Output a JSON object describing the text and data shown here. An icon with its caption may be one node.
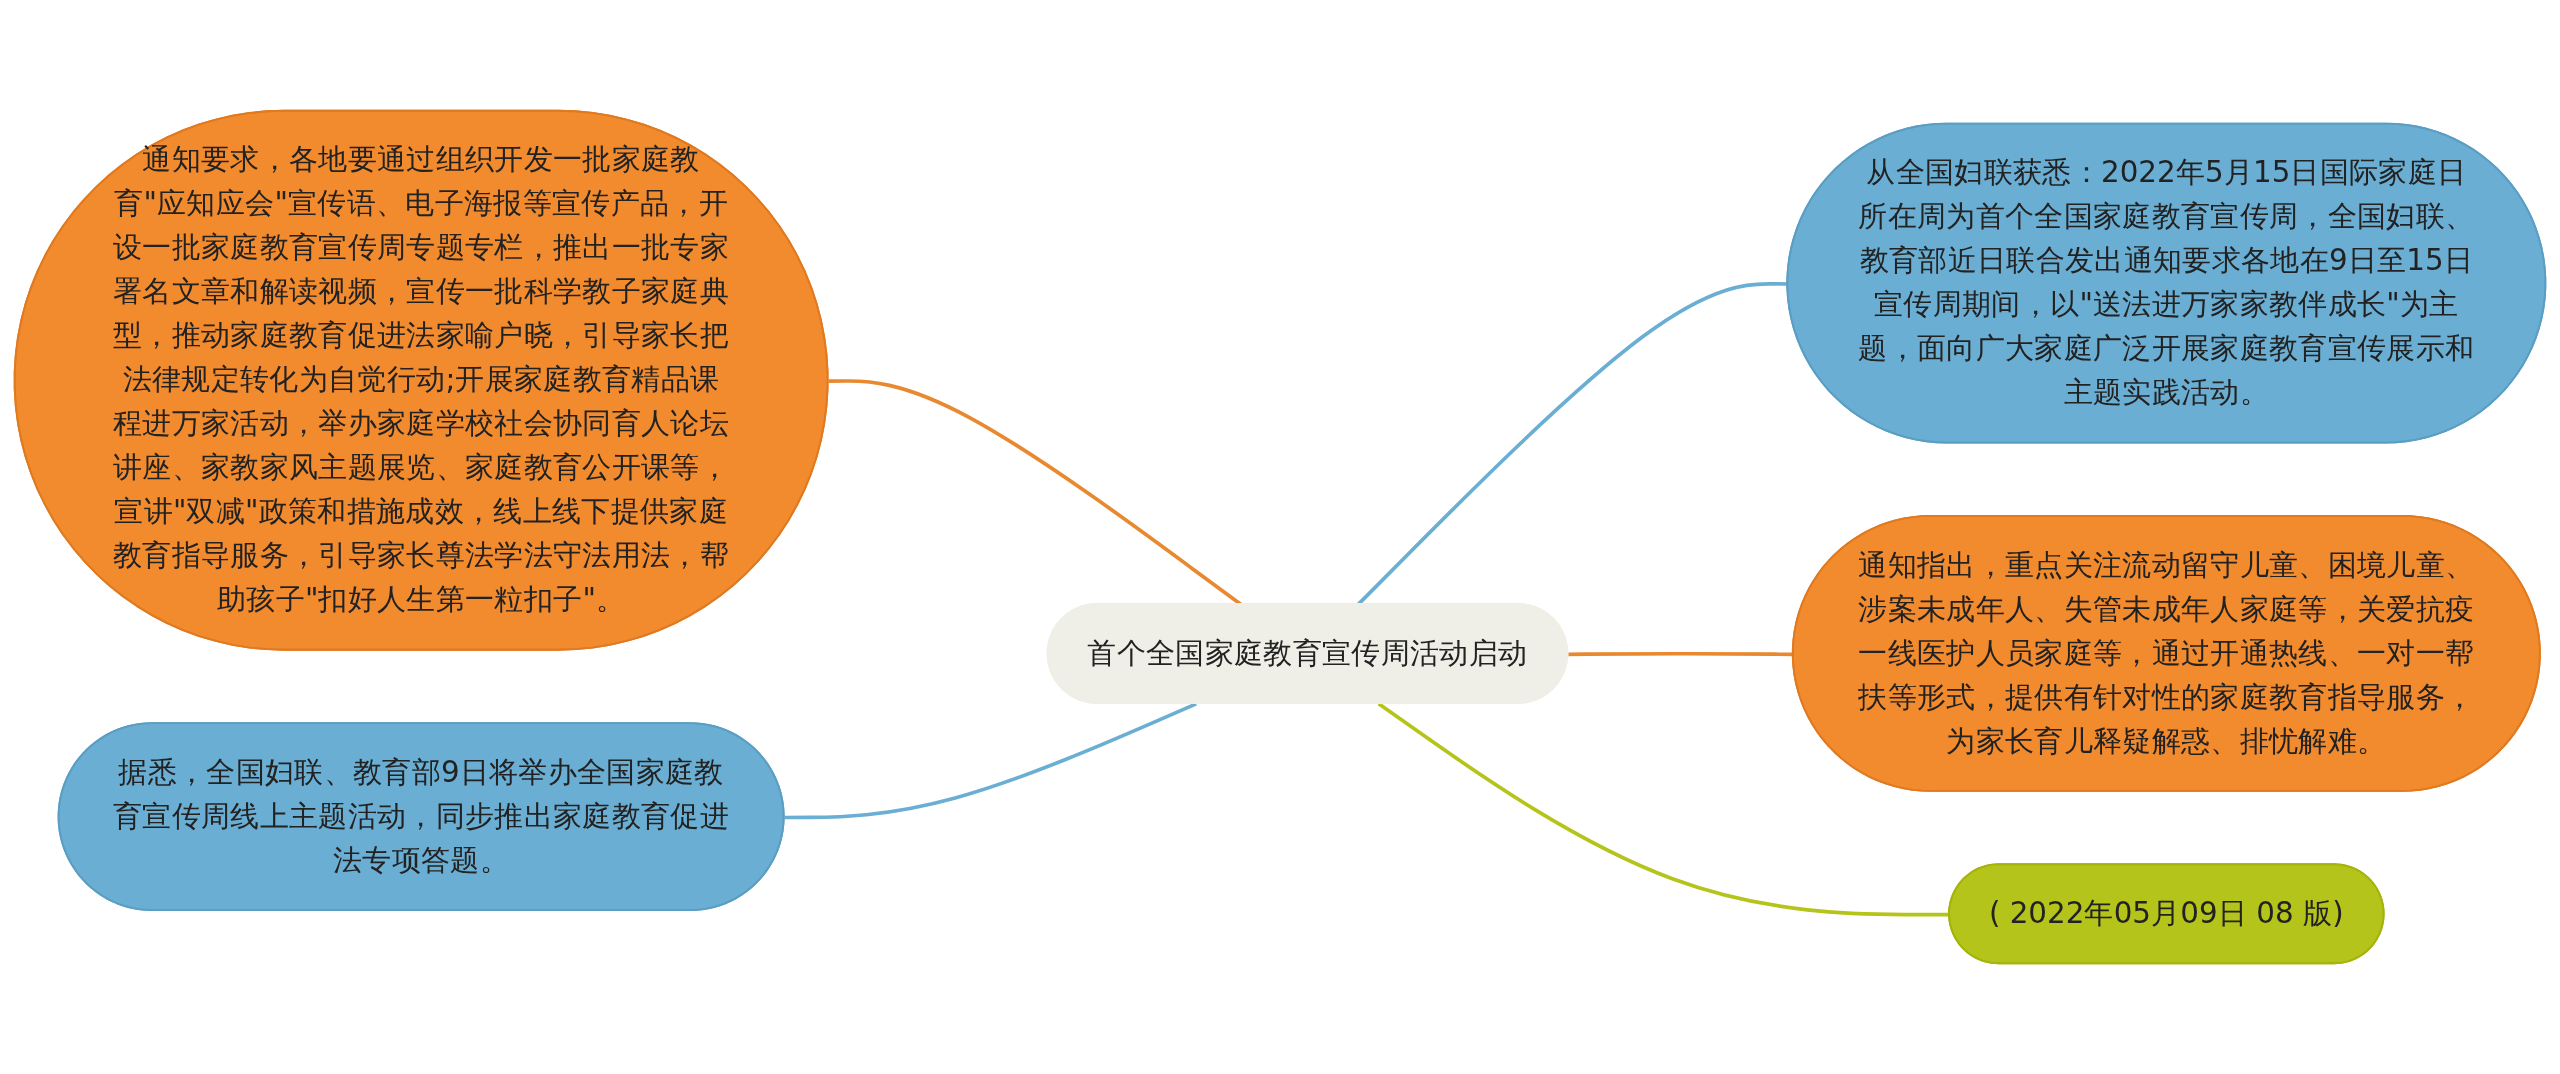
{
  "diagram": {
    "nodes": [
      {
        "text": [
          "首个全国家庭教育宣传周活动启动"
        ]
      },
      {
        "text": [
          "通知要求，各地要通过组织开发一批家庭教育\"应知应会\"宣传语、电子海报等宣传产品，开设一批家庭教育宣传周专题专栏，推出一批专家署名文章和解读视频，宣传一批科学教子家庭典型，推动家庭教育促进法家喻户晓，引导家长把法律规定转化为自觉行动;开展家庭教育精品课程进万家活动，举办家庭学校社会协同育人论坛讲座、家教家风主题展览、家庭教育公开课等，宣讲\"双减\"政策和措施成效，线上线下提供家庭教育指导服务，引导家长尊法学法守法用法，帮助孩子\"扣好人生第一粒扣子\"。"
        ]
      },
      {
        "text": [
          "据悉，全国妇联、教育部9日将举办全国家庭教育宣传周线上主题活动，同步推出家庭教育促进法专项答题。"
        ]
      },
      {
        "text": [
          "从全国妇联获悉：2022年5月15日国际家庭日所在周为首个全国家庭教育宣传周，全国妇联、教育部近日联合发出通知要求各地在9日至15日宣传周期间，以\"送法进万家家教伴成长\"为主题，面向广大家庭广泛开展家庭教育宣传展示和主题实践活动。"
        ]
      },
      {
        "text": [
          "通知指出，重点关注流动留守儿童、困境儿童、涉案未成年人、失管未成年人家庭等，关爱抗疫一线医护人员家庭等，通过开通热线、一对一帮扶等形式，提供有针对性的家庭教育指导服务，为家长育儿释疑解惑、排忧解难。"
        ]
      },
      {
        "text": [
          "( 2022年05月09日 08 版)"
        ]
      }
    ],
    "edges": [
      {
        "from": 1,
        "to": 0,
        "arrow": "none",
        "color": "#e8892f"
      },
      {
        "from": 2,
        "to": 0,
        "arrow": "none",
        "color": "#6aaed3"
      },
      {
        "from": 0,
        "to": 3,
        "arrow": "none",
        "color": "#6aaed3"
      },
      {
        "from": 0,
        "to": 4,
        "arrow": "none",
        "color": "#e8892f"
      },
      {
        "from": 0,
        "to": 5,
        "arrow": "none",
        "color": "#b5c41a"
      }
    ]
  }
}
